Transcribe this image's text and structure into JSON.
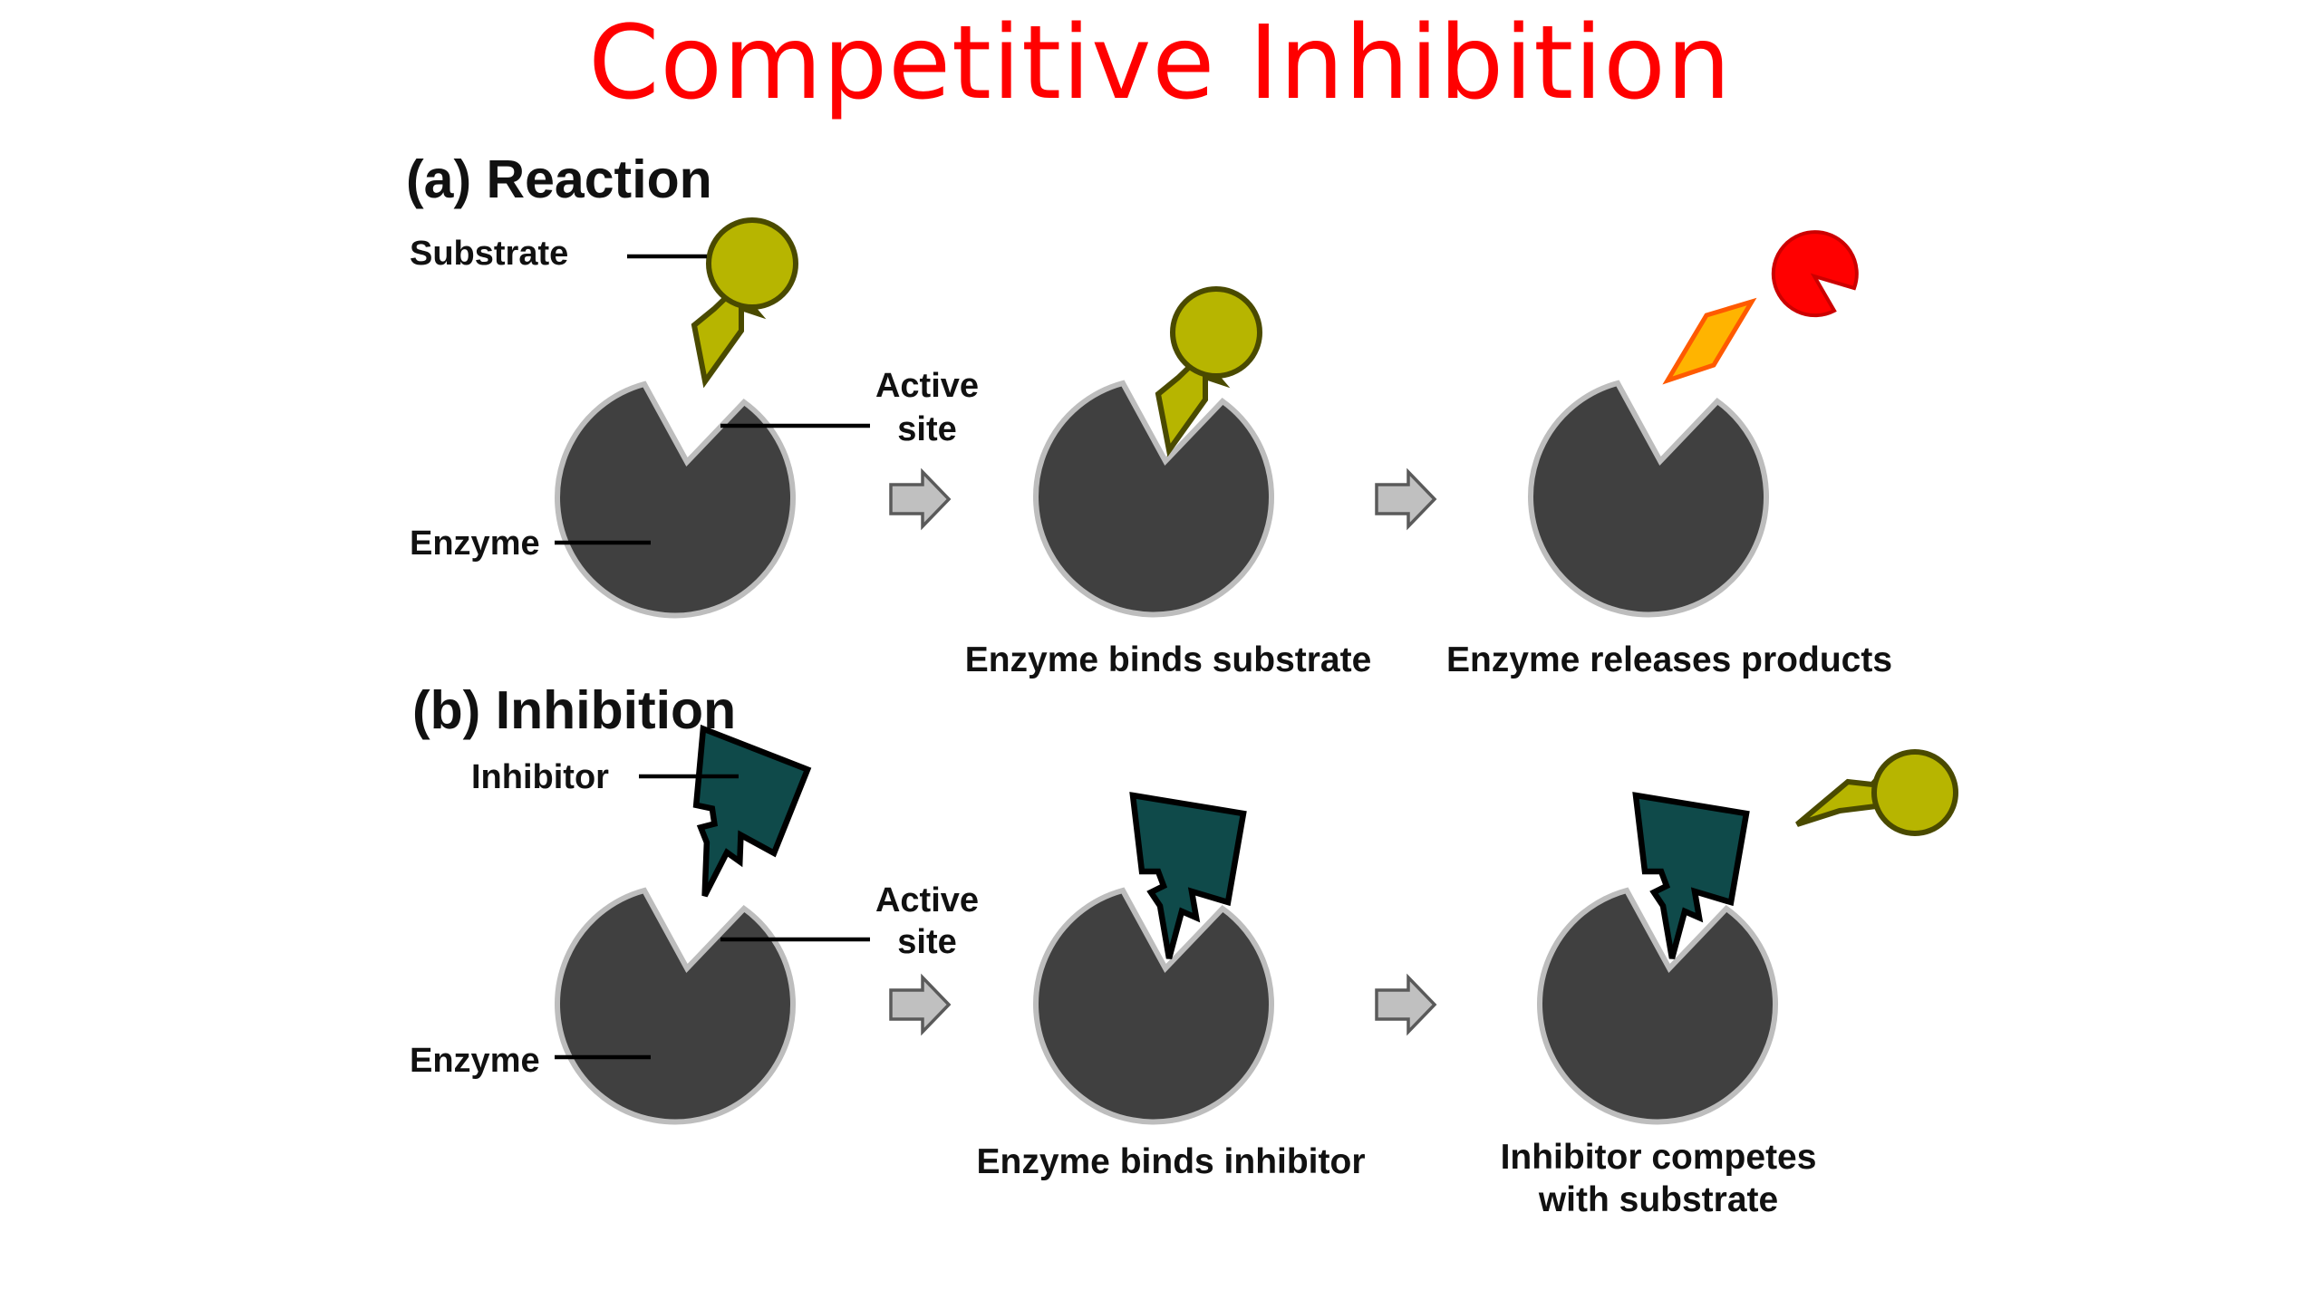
{
  "title": "Competitive Inhibition",
  "colors": {
    "title": "#ff0000",
    "enzyme": "#404040",
    "enzyme_outline": "#bdbdbd",
    "substrate": "#b7b500",
    "inhibitor": "#0f4a4a",
    "product_diamond": "#ffb400",
    "product_diamond_outline": "#ff5a00",
    "product_pacman": "#ff0000",
    "arrow_fill": "#c0c0c0"
  },
  "section_a": {
    "heading": "(a) Reaction",
    "labels": {
      "substrate": "Substrate",
      "active_site_line1": "Active",
      "active_site_line2": "site",
      "enzyme": "Enzyme"
    },
    "captions": {
      "binds": "Enzyme binds substrate",
      "releases": "Enzyme releases products"
    }
  },
  "section_b": {
    "heading": "(b) Inhibition",
    "labels": {
      "inhibitor": "Inhibitor",
      "active_site_line1": "Active",
      "active_site_line2": "site",
      "enzyme": "Enzyme"
    },
    "captions": {
      "binds": "Enzyme binds inhibitor",
      "competes_line1": "Inhibitor competes",
      "competes_line2": "with substrate"
    }
  },
  "icons": [
    "enzyme-icon",
    "substrate-icon",
    "inhibitor-icon",
    "product-icon",
    "right-arrow-icon"
  ]
}
